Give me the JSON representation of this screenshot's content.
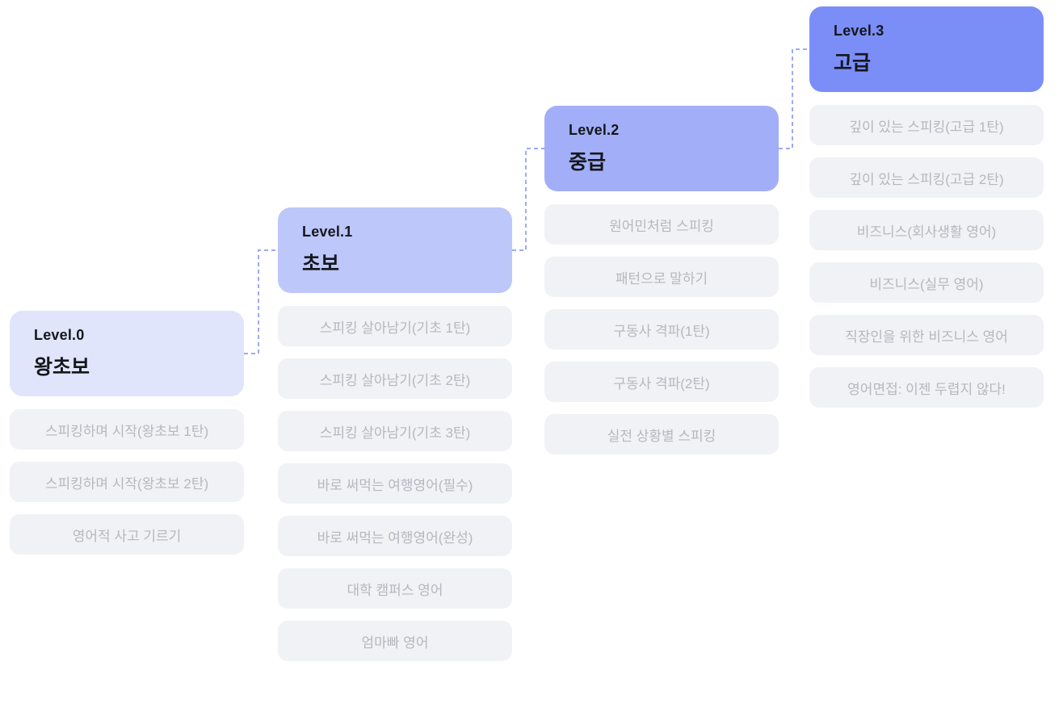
{
  "theme": {
    "background": "#ffffff",
    "connector_color": "#9dabf4",
    "item_bg": "#f1f2f5",
    "item_text": "#b4b8c0",
    "header_text": "#15171c"
  },
  "levels": [
    {
      "label": "Level.0",
      "name": "왕초보",
      "color": "#e0e5fc",
      "items": [
        "스피킹하며 시작(왕초보 1탄)",
        "스피킹하며 시작(왕초보 2탄)",
        "영어적 사고 기르기"
      ]
    },
    {
      "label": "Level.1",
      "name": "초보",
      "color": "#bdc7fa",
      "items": [
        "스피킹 살아남기(기초 1탄)",
        "스피킹 살아남기(기초 2탄)",
        "스피킹 살아남기(기초 3탄)",
        "바로 써먹는 여행영어(필수)",
        "바로 써먹는 여행영어(완성)",
        "대학 캠퍼스 영어",
        "엄마빠 영어"
      ]
    },
    {
      "label": "Level.2",
      "name": "중급",
      "color": "#a2aff8",
      "items": [
        "원어민처럼 스피킹",
        "패턴으로 말하기",
        "구동사 격파(1탄)",
        "구동사 격파(2탄)",
        "실전 상황별 스피킹"
      ]
    },
    {
      "label": "Level.3",
      "name": "고급",
      "color": "#7b8ef8",
      "items": [
        "깊이 있는 스피킹(고급 1탄)",
        "깊이 있는 스피킹(고급 2탄)",
        "비즈니스(회사생활 영어)",
        "비즈니스(실무 영어)",
        "직장인을 위한 비즈니스 영어",
        "영어면접: 이젠 두렵지 않다!"
      ]
    }
  ]
}
